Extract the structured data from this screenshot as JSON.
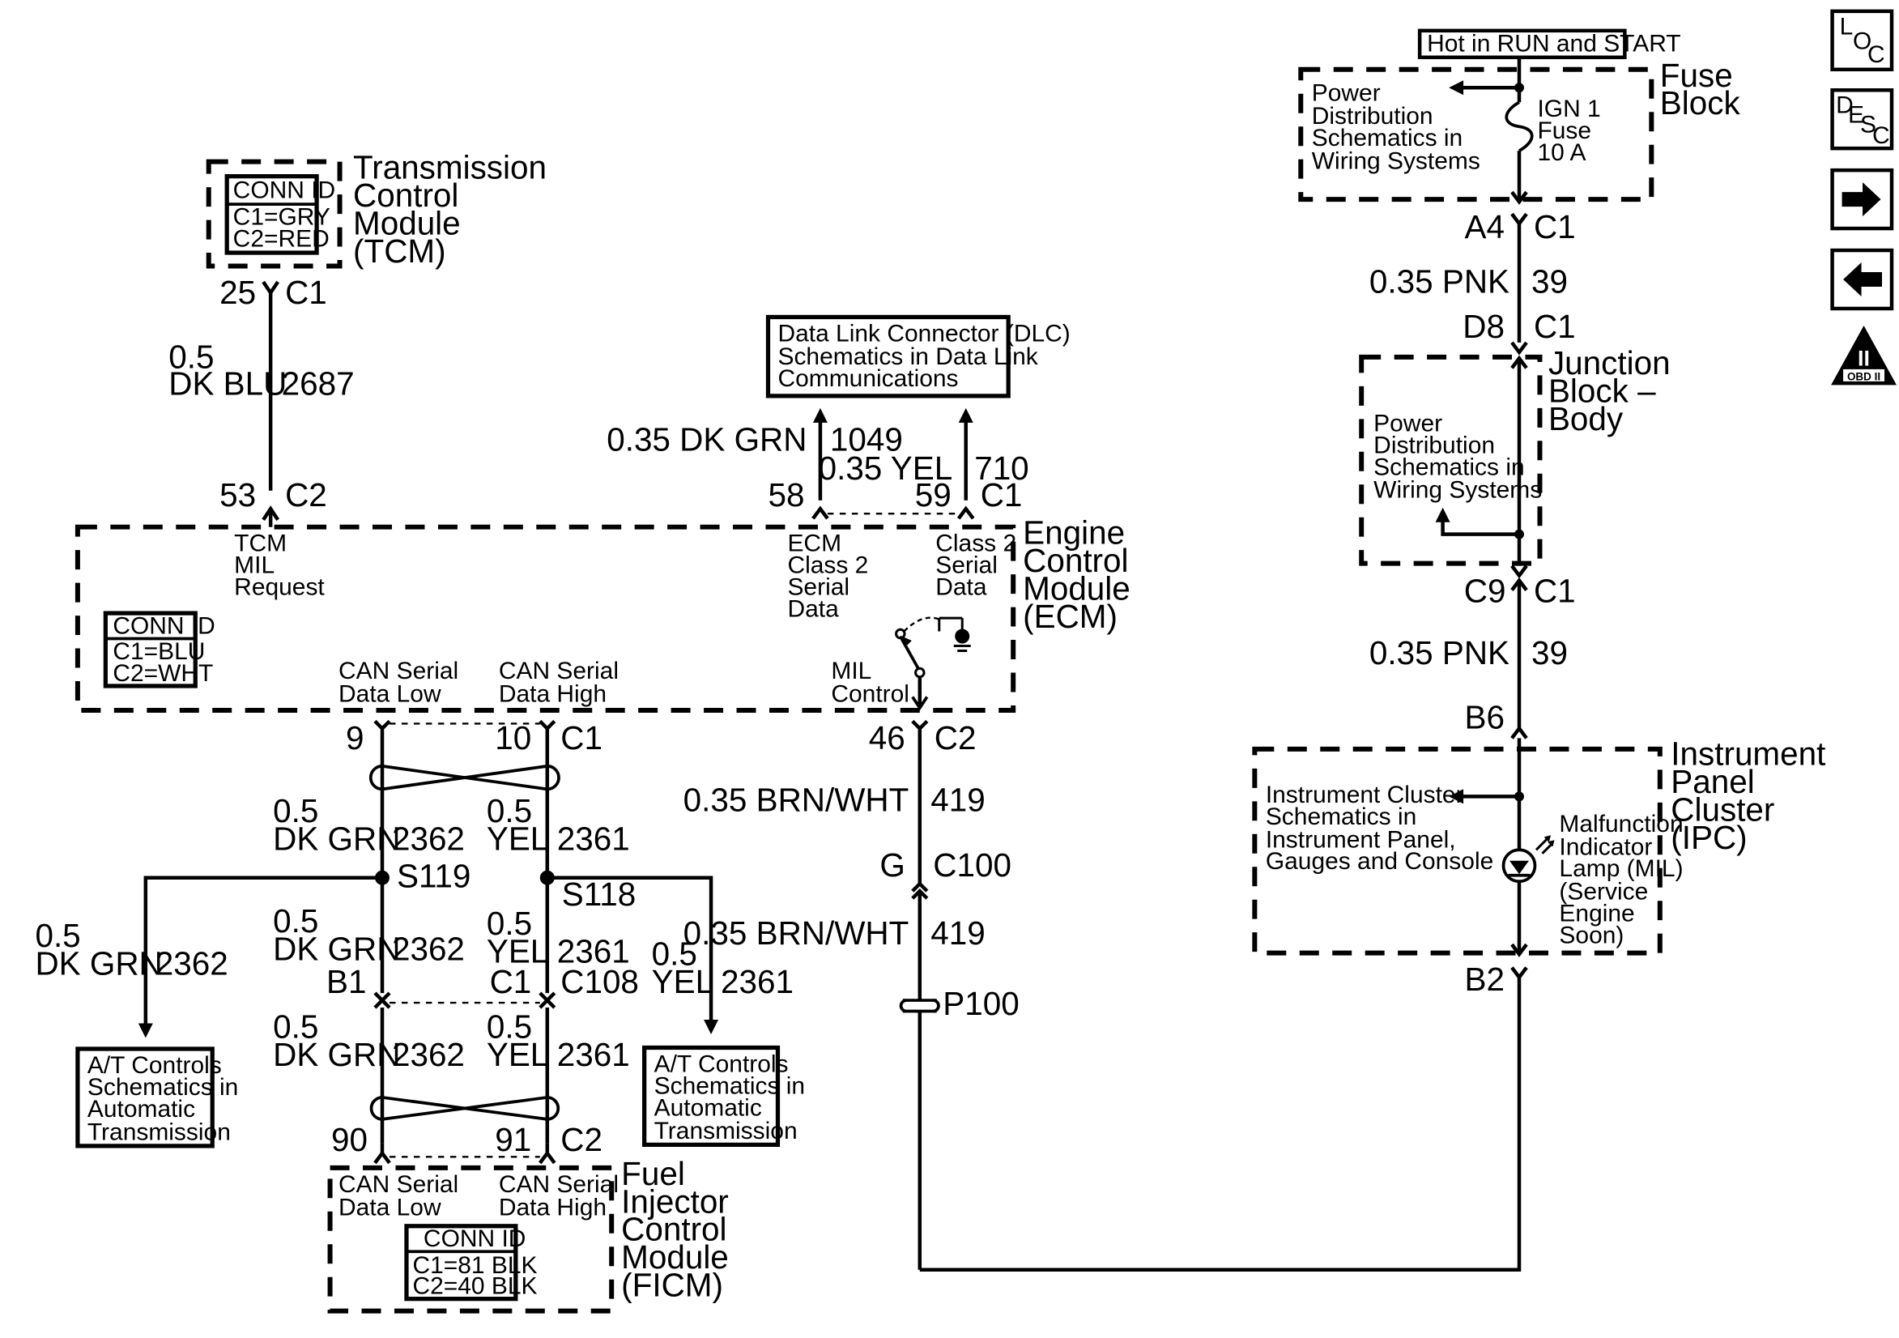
{
  "tcm": {
    "name": [
      "Transmission",
      "Control",
      "Module",
      "(TCM)"
    ],
    "conn_header": "CONN ID",
    "conn_c1": "C1=GRY",
    "conn_c2": "C2=RED",
    "pin_top": "25",
    "conn_top": "C1",
    "wire_size": "0.5",
    "wire_color": "DK BLU",
    "circuit": "2687",
    "pin_bottom": "53",
    "conn_bottom": "C2"
  },
  "dlc": {
    "lines": [
      "Data Link Connector (DLC)",
      "Schematics in Data Link",
      "Communications"
    ],
    "wire1_label": "0.35 DK GRN",
    "wire1_circuit": "1049",
    "wire2_label": "0.35 YEL",
    "wire2_circuit": "710",
    "pin1": "58",
    "pin2": "59",
    "conn": "C1"
  },
  "ecm": {
    "name": [
      "Engine",
      "Control",
      "Module",
      "(ECM)"
    ],
    "tcm_mil": [
      "TCM",
      "MIL",
      "Request"
    ],
    "ecm_class2": [
      "ECM",
      "Class 2",
      "Serial",
      "Data"
    ],
    "class2": [
      "Class 2",
      "Serial",
      "Data"
    ],
    "can_low": [
      "CAN Serial",
      "Data Low"
    ],
    "can_high": [
      "CAN Serial",
      "Data High"
    ],
    "mil_control": [
      "MIL",
      "Control"
    ],
    "conn_header": "CONN ID",
    "conn_c1": "C1=BLU",
    "conn_c2": "C2=WHT"
  },
  "can_bus": {
    "pin_low": "9",
    "pin_high": "10",
    "conn_top": "C1",
    "low_size": "0.5",
    "low_color": "DK GRN",
    "low_circuit": "2362",
    "high_size": "0.5",
    "high_color": "YEL",
    "high_circuit": "2361",
    "splice_low": "S119",
    "splice_high": "S118",
    "branch_low_size": "0.5",
    "branch_low_color": "DK GRN",
    "branch_low_circuit": "2362",
    "branch_high_size": "0.5",
    "branch_high_color": "YEL",
    "branch_high_circuit": "2361",
    "mid_low_size": "0.5",
    "mid_low_color": "DK GRN",
    "mid_low_circuit": "2362",
    "mid_high_size": "0.5",
    "mid_high_color": "YEL",
    "mid_high_circuit": "2361",
    "inline_low_pin": "B1",
    "inline_high_pin": "C1",
    "inline_conn": "C108",
    "bot_low_size": "0.5",
    "bot_low_color": "DK GRN",
    "bot_low_circuit": "2362",
    "bot_high_size": "0.5",
    "bot_high_color": "YEL",
    "bot_high_circuit": "2361",
    "pin_ficm_low": "90",
    "pin_ficm_high": "91",
    "conn_bottom": "C2"
  },
  "at_controls": [
    "A/T Controls",
    "Schematics in",
    "Automatic",
    "Transmission"
  ],
  "ficm": {
    "name": [
      "Fuel",
      "Injector",
      "Control",
      "Module",
      "(FICM)"
    ],
    "can_low": [
      "CAN Serial",
      "Data Low"
    ],
    "can_high": [
      "CAN Serial",
      "Data High"
    ],
    "conn_header": "CONN ID",
    "conn_c1": "C1=81 BLK",
    "conn_c2": "C2=40 BLK"
  },
  "mil_circuit": {
    "pin": "46",
    "conn": "C2",
    "wire1": "0.35 BRN/WHT",
    "circuit1": "419",
    "inline_pin": "G",
    "inline_conn": "C100",
    "wire2": "0.35 BRN/WHT",
    "circuit2": "419",
    "pass_through": "P100"
  },
  "fuse": {
    "hot_label": "Hot in RUN and START",
    "block_name": [
      "Fuse",
      "Block"
    ],
    "pd_lines": [
      "Power",
      "Distribution",
      "Schematics in",
      "Wiring Systems"
    ],
    "fuse_lines": [
      "IGN 1",
      "Fuse",
      "10 A"
    ],
    "pin": "A4",
    "conn": "C1",
    "wire": "0.35 PNK",
    "circuit": "39"
  },
  "junction": {
    "pin_top": "D8",
    "conn_top": "C1",
    "name": [
      "Junction",
      "Block –",
      "Body"
    ],
    "pd_lines": [
      "Power",
      "Distribution",
      "Schematics in",
      "Wiring Systems"
    ],
    "pin_bottom": "C9",
    "conn_bottom": "C1",
    "wire": "0.35 PNK",
    "circuit": "39"
  },
  "ipc": {
    "pin_top": "B6",
    "name": [
      "Instrument",
      "Panel",
      "Cluster",
      "(IPC)"
    ],
    "schem_lines": [
      "Instrument  Cluster",
      "Schematics in",
      "Instrument Panel,",
      "Gauges and Console"
    ],
    "lamp_lines": [
      "Malfunction",
      "Indicator",
      "Lamp (MIL)",
      "(Service",
      "Engine",
      "Soon)"
    ],
    "pin_bottom": "B2"
  },
  "nav": {
    "loc": [
      "L",
      "O",
      "C"
    ],
    "desc": [
      "D",
      "E",
      "S",
      "C"
    ],
    "next_icon": "arrow-right",
    "prev_icon": "arrow-left",
    "obd_label": "OBD II",
    "obd_roman": "II"
  }
}
